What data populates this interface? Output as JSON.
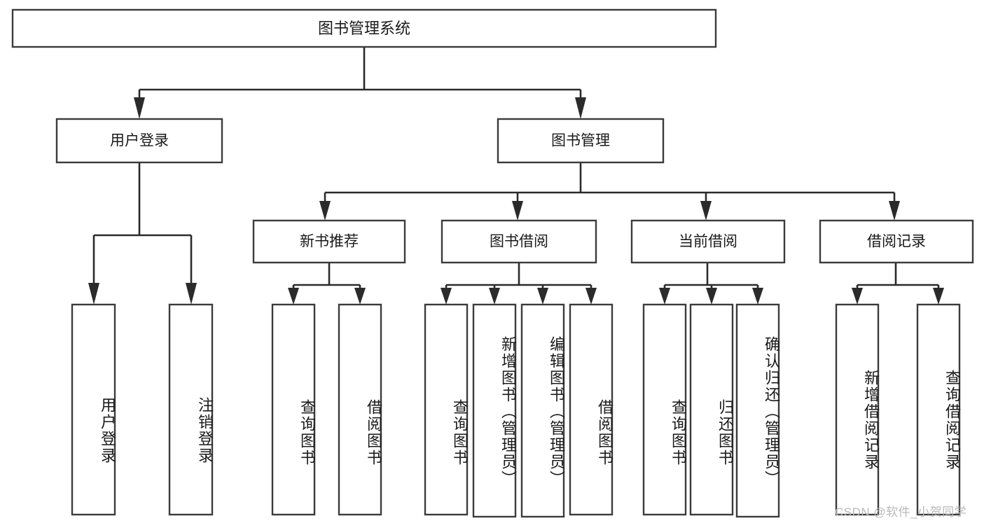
{
  "diagram": {
    "title": "图书管理系统",
    "type": "tree",
    "watermark": "CSDN @软件_小贺同学",
    "colors": {
      "box_stroke": "#3b3b3b",
      "connector": "#2b2b2b",
      "background": "#ffffff",
      "text": "#1a1a1a",
      "watermark": "#b9b9b9"
    },
    "level1": {
      "root": {
        "label": "图书管理系统"
      }
    },
    "level2": [
      {
        "label": "用户登录"
      },
      {
        "label": "图书管理"
      }
    ],
    "level3": [
      {
        "label": "新书推荐"
      },
      {
        "label": "图书借阅"
      },
      {
        "label": "当前借阅"
      },
      {
        "label": "借阅记录"
      }
    ],
    "leaves": {
      "user_login": [
        {
          "label": "用户登录"
        },
        {
          "label": "注销登录"
        }
      ],
      "new_book_recommend": [
        {
          "label": "查询图书"
        },
        {
          "label": "借阅图书"
        }
      ],
      "book_borrow": [
        {
          "label": "查询图书"
        },
        {
          "label": "新增图书（管理员）"
        },
        {
          "label": "编辑图书（管理员）"
        },
        {
          "label": "借阅图书"
        }
      ],
      "current_borrow": [
        {
          "label": "查询图书"
        },
        {
          "label": "归还图书"
        },
        {
          "label": "确认归还（管理员）"
        }
      ],
      "borrow_record": [
        {
          "label": "新增借阅记录"
        },
        {
          "label": "查询借阅记录"
        }
      ]
    }
  }
}
